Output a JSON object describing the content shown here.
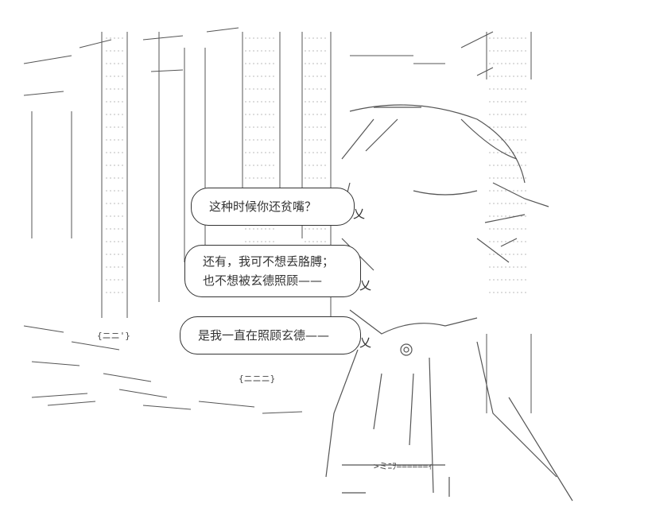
{
  "dialogue": [
    {
      "lines": [
        "这种时候你还贫嘴？"
      ]
    },
    {
      "lines": [
        "还有，我可不想丢胳膊；",
        "也不想被玄德照顾——"
      ]
    },
    {
      "lines": [
        "是我一直在照顾玄德——"
      ]
    }
  ],
  "art_text": {
    "sign_left": "{ニニ'}",
    "sign_center": "{ニニニ}",
    "sign_right": ">ミﾆｦ======ｨ"
  }
}
